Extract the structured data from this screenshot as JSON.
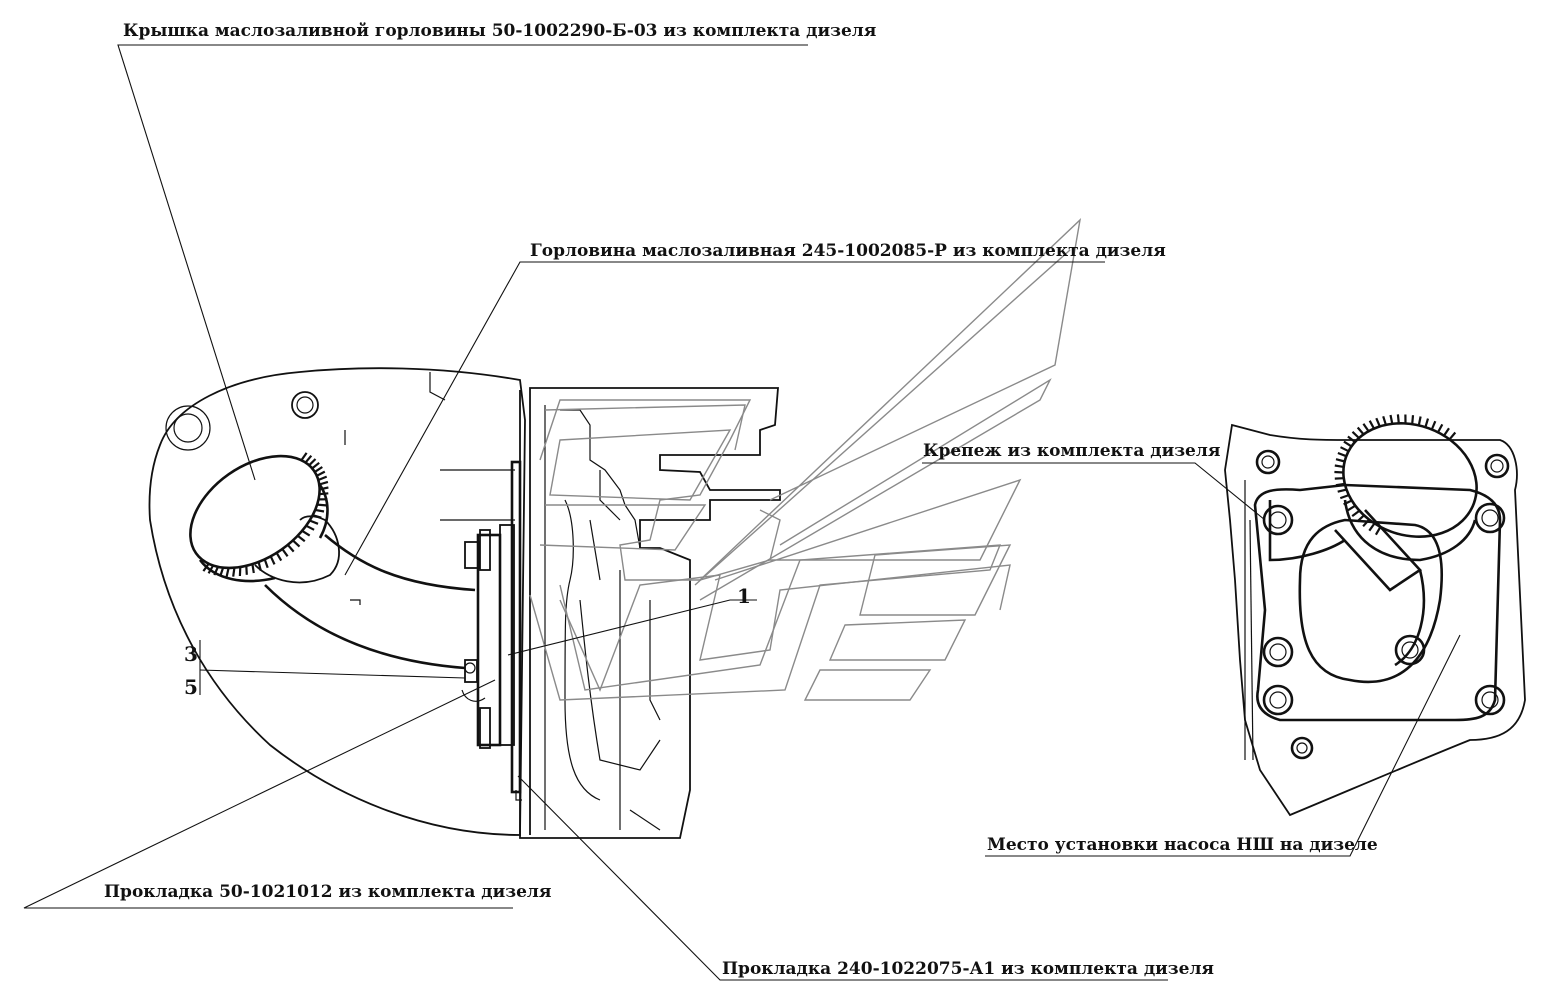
{
  "labels": {
    "cap": "Крышка маслозаливной горловины 50-1002290-Б-03 из комплекта дизеля",
    "neck": "Горловина маслозаливная 245-1002085-Р из комплекта дизеля",
    "fastener": "Крепеж из комплекта дизеля",
    "pump_place": "Место установки насоса НШ на дизеле",
    "gasket1": "Прокладка 50-1021012 из комплекта дизеля",
    "gasket2": "Прокладка 240-1022075-А1 из комплекта дизеля"
  },
  "callouts": {
    "n1": "1",
    "n3": "3",
    "n5": "5"
  }
}
